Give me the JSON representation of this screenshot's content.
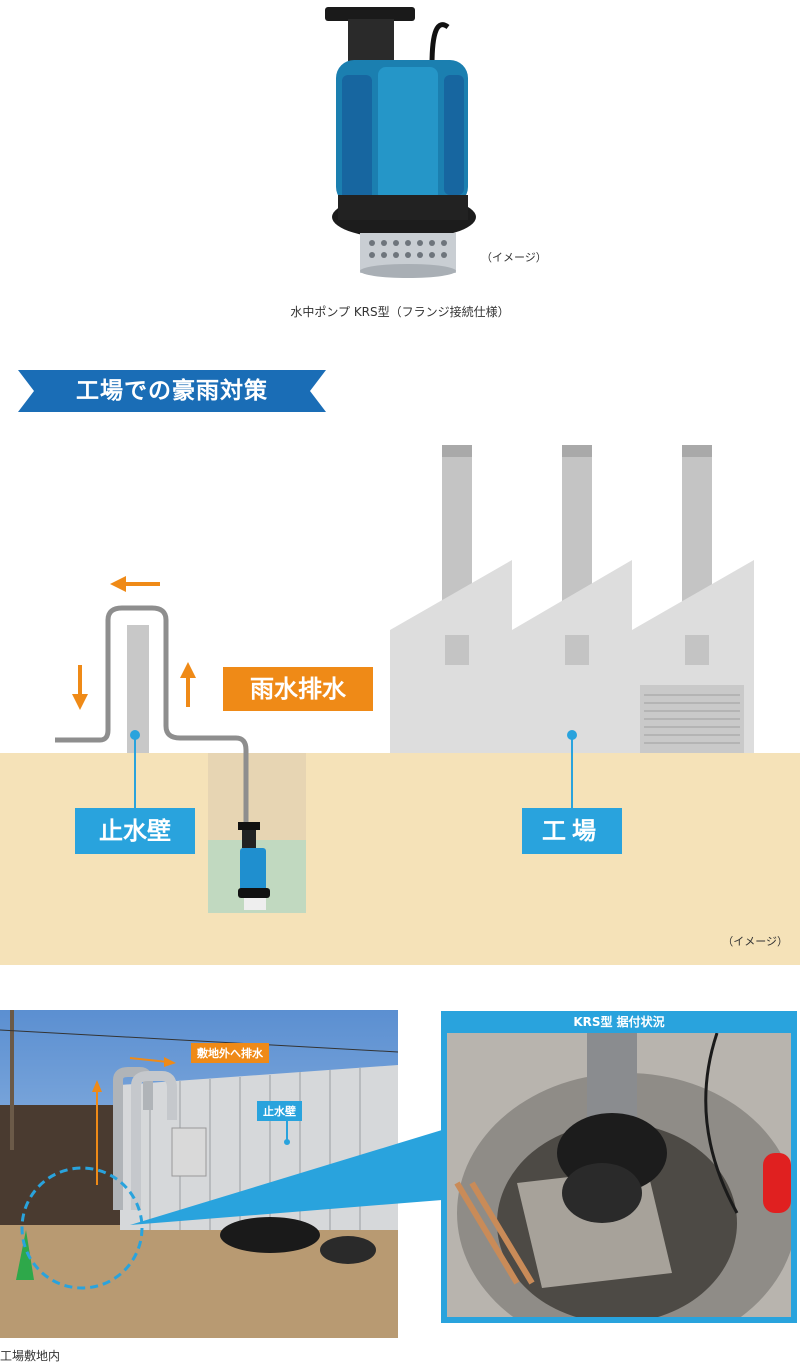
{
  "product": {
    "image_note": "（イメージ）",
    "caption": "水中ポンプ KRS型（フランジ接続仕様）"
  },
  "section": {
    "heading": "工場での豪雨対策"
  },
  "diagram": {
    "label_rainwater": "雨水排水",
    "label_wall": "止水壁",
    "label_factory": "工場",
    "image_note": "（イメージ）"
  },
  "photos": {
    "site_tag_outflow": "敷地外へ排水",
    "site_tag_wall": "止水壁",
    "site_caption": "工場敷地内",
    "installation_title": "KRS型 据付状況"
  },
  "colors": {
    "accent_blue": "#29a3dd",
    "heading_blue": "#1a6db6",
    "accent_orange": "#ef8a17",
    "ground": "#f5e2b8",
    "factory": "#dddddd"
  }
}
